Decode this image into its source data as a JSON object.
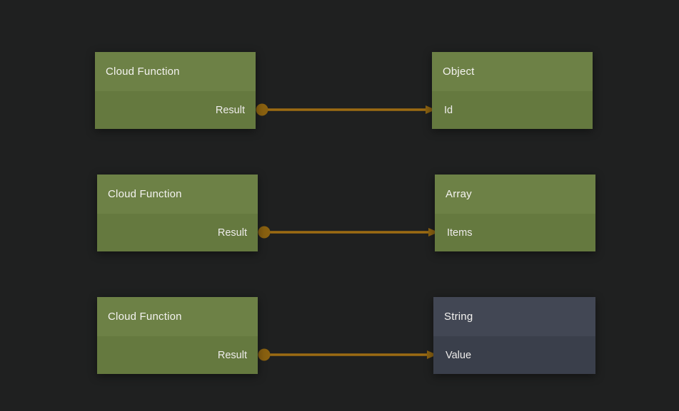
{
  "colors": {
    "background": "#1f2020",
    "green_node_header": "#6d8146",
    "green_node_body": "#65793f",
    "dark_node_header": "#424754",
    "dark_node_body": "#3a3f4b",
    "wire": "#9c6b12",
    "wire_dot": "#8a6110",
    "text": "#f4f3f0"
  },
  "nodes": [
    {
      "title": "Cloud Function",
      "variant": "green",
      "ports": [
        {
          "name": "Result",
          "direction": "out"
        }
      ]
    },
    {
      "title": "Object",
      "variant": "green",
      "ports": [
        {
          "name": "Id",
          "direction": "in"
        }
      ]
    },
    {
      "title": "Cloud Function",
      "variant": "green",
      "ports": [
        {
          "name": "Result",
          "direction": "out"
        }
      ]
    },
    {
      "title": "Array",
      "variant": "green",
      "ports": [
        {
          "name": "Items",
          "direction": "in"
        }
      ]
    },
    {
      "title": "Cloud Function",
      "variant": "green",
      "ports": [
        {
          "name": "Result",
          "direction": "out"
        }
      ]
    },
    {
      "title": "String",
      "variant": "dark",
      "ports": [
        {
          "name": "Value",
          "direction": "in"
        }
      ]
    }
  ],
  "connections": [
    {
      "from_node": "Cloud Function",
      "from_port": "Result",
      "to_node": "Object",
      "to_port": "Id"
    },
    {
      "from_node": "Cloud Function",
      "from_port": "Result",
      "to_node": "Array",
      "to_port": "Items"
    },
    {
      "from_node": "Cloud Function",
      "from_port": "Result",
      "to_node": "String",
      "to_port": "Value"
    }
  ]
}
